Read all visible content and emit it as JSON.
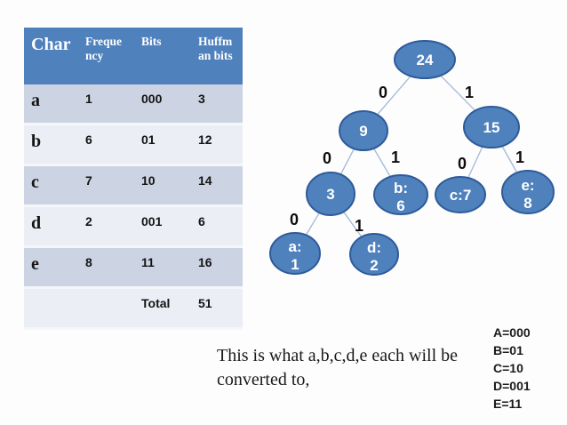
{
  "table": {
    "headers": [
      "Char",
      "Freque ncy",
      "Bits",
      "Huffm an bits"
    ],
    "rows": [
      {
        "char": "a",
        "freq": "1",
        "bits": "000",
        "huff": "3"
      },
      {
        "char": "b",
        "freq": "6",
        "bits": "01",
        "huff": "12"
      },
      {
        "char": "c",
        "freq": "7",
        "bits": "10",
        "huff": "14"
      },
      {
        "char": "d",
        "freq": "2",
        "bits": "001",
        "huff": "6"
      },
      {
        "char": "e",
        "freq": "8",
        "bits": "11",
        "huff": "16"
      },
      {
        "char": "",
        "freq": "",
        "bits": "Total",
        "huff": "51"
      }
    ]
  },
  "tree": {
    "nodes": [
      {
        "id": "24",
        "label": [
          "24"
        ]
      },
      {
        "id": "9",
        "label": [
          "9"
        ]
      },
      {
        "id": "15",
        "label": [
          "15"
        ]
      },
      {
        "id": "3",
        "label": [
          "3"
        ]
      },
      {
        "id": "b6",
        "label": [
          "b:",
          "6"
        ]
      },
      {
        "id": "c7",
        "label": [
          "c:7"
        ]
      },
      {
        "id": "e8",
        "label": [
          "e:",
          "8"
        ]
      },
      {
        "id": "a1",
        "label": [
          "a:",
          "1"
        ]
      },
      {
        "id": "d2",
        "label": [
          "d:",
          "2"
        ]
      }
    ],
    "edges": [
      {
        "from": "24",
        "to": "9",
        "bit": "0"
      },
      {
        "from": "24",
        "to": "15",
        "bit": "1"
      },
      {
        "from": "9",
        "to": "3",
        "bit": "0"
      },
      {
        "from": "9",
        "to": "b6",
        "bit": "1"
      },
      {
        "from": "15",
        "to": "c7",
        "bit": "0"
      },
      {
        "from": "15",
        "to": "e8",
        "bit": "1"
      },
      {
        "from": "3",
        "to": "a1",
        "bit": "0"
      },
      {
        "from": "3",
        "to": "d2",
        "bit": "1"
      }
    ]
  },
  "caption": "This is what a,b,c,d,e each will be converted to,",
  "legend": [
    "A=000",
    "B=01",
    "C=10",
    "D=001",
    "E=11"
  ],
  "colors": {
    "background": "#fdfdfd",
    "header_blue": "#4f81bd",
    "row_dark": "#ccd3e2",
    "row_light": "#ebeef5",
    "node_fill": "#4f81bd",
    "node_border": "#2e5b9a",
    "edge_line": "#a7bdd9",
    "node_text": "#ffffff",
    "text_black": "#1a1a1a"
  }
}
